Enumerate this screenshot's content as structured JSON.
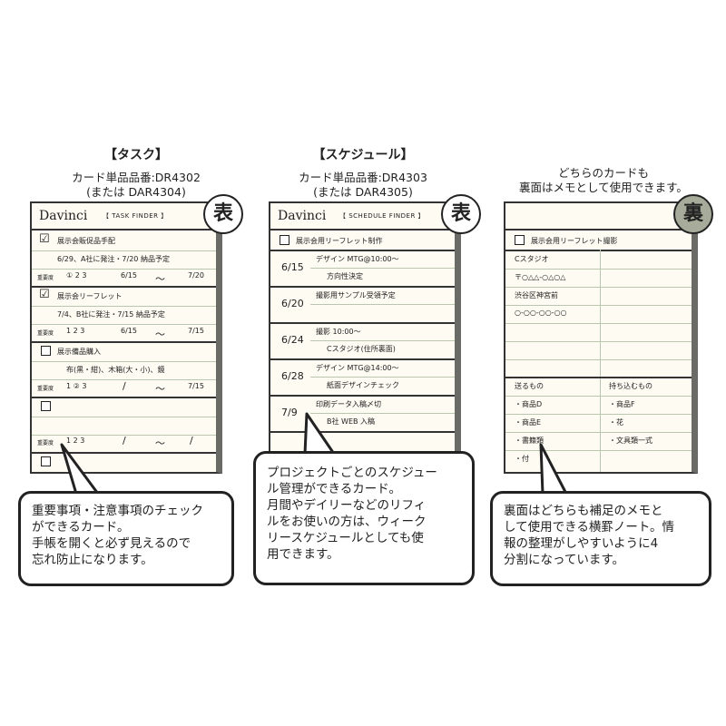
{
  "headers": {
    "task": {
      "title": "【タスク】",
      "line1": "カード単品品番:DR4302",
      "line2": "(または DAR4304)"
    },
    "schedule": {
      "title": "【スケジュール】",
      "line1": "カード単品品番:DR4303",
      "line2": "(または DAR4305)"
    },
    "memo": {
      "line1": "どちらのカードも",
      "line2": "裏面はメモとして使用できます。"
    }
  },
  "cards": {
    "task": {
      "brand": "Davinci",
      "finder": "【 TASK FINDER 】",
      "badge": "表",
      "items": [
        {
          "title": "展示会販促品手配",
          "note": "6/29、A社に発注・7/20 納品予定",
          "priority_label": "重要度",
          "priority": "①  2  3",
          "start": "6/15",
          "tilde": "〜",
          "end": "7/20"
        },
        {
          "title": "展示会リーフレット",
          "note": "7/4、B社に発注・7/15 納品予定",
          "priority_label": "重要度",
          "priority": "1  2  3",
          "start": "6/15",
          "tilde": "〜",
          "end": "7/15"
        },
        {
          "title": "展示備品購入",
          "note": "布(黒・紺)、木箱(大・小)、鏡",
          "priority_label": "重要度",
          "priority": "1  ②  3",
          "start": "/",
          "tilde": "〜",
          "end": "7/15"
        },
        {
          "title": "",
          "note": "",
          "priority_label": "重要度",
          "priority": "1  2  3",
          "start": "/",
          "tilde": "〜",
          "end": "/"
        }
      ]
    },
    "schedule": {
      "brand": "Davinci",
      "finder": "【 SCHEDULE FINDER 】",
      "badge": "表",
      "top_item": "展示会用リーフレット制作",
      "rows": [
        {
          "date": "6/15",
          "line1": "デザイン MTG@10:00〜",
          "line2": "方向性決定"
        },
        {
          "date": "6/20",
          "line1": "撮影用サンプル受領予定",
          "line2": ""
        },
        {
          "date": "6/24",
          "line1": "撮影 10:00〜",
          "line2": "Cスタジオ(住所裏面)"
        },
        {
          "date": "6/28",
          "line1": "デザイン MTG@14:00〜",
          "line2": "紙面デザインチェック"
        },
        {
          "date": "7/9",
          "line1": "印刷データ入稿〆切",
          "line2": "B社 WEB 入稿"
        }
      ]
    },
    "memo": {
      "badge": "裏",
      "top_item": "展示会用リーフレット撮影",
      "lines": [
        "Cスタジオ",
        "〒○△△-○△○△",
        "渋谷区神宮前",
        "○-○○-○○-○○"
      ],
      "left_head": "送るもの",
      "left_items": [
        "・商品D",
        "・商品E",
        "・書籍類",
        "・付"
      ],
      "right_head": "持ち込むもの",
      "right_items": [
        "・商品F",
        "・花",
        "・文具類一式"
      ]
    }
  },
  "bubbles": {
    "task": [
      "重要事項・注意事項のチェック",
      "ができるカード。",
      "手帳を開くと必ず見えるので",
      "忘れ防止になります。"
    ],
    "schedule": [
      "プロジェクトごとのスケジュー",
      "ル管理ができるカード。",
      "月間やデイリーなどのリフィ",
      "ルをお使いの方は、ウィーク",
      "リースケジュールとしても使",
      "用できます。"
    ],
    "memo": [
      "裏面はどちらも補足のメモと",
      "して使用できる横罫ノート。情",
      "報の整理がしやすいように4",
      "分割になっています。"
    ]
  },
  "colors": {
    "card_bg": "#fdfbf2",
    "rule": "#b9c7b0",
    "badge_dark": "#a7ab99",
    "border": "#222222"
  }
}
